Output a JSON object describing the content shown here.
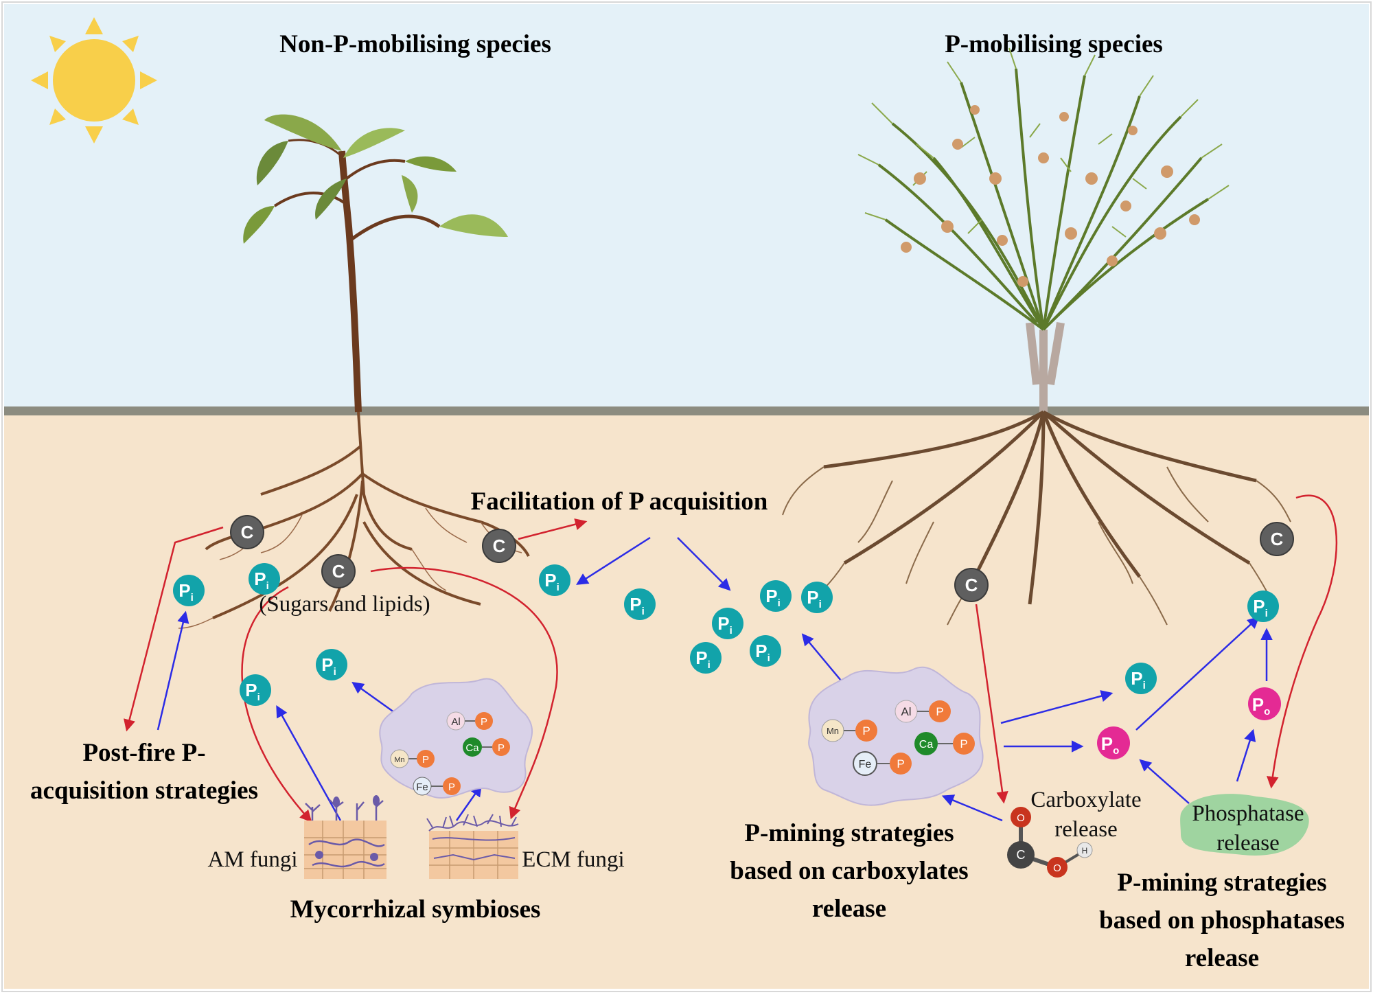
{
  "headers": {
    "left": "Non-P-mobilising species",
    "right": "P-mobilising species"
  },
  "labels": {
    "facilitation": "Facilitation of P acquisition",
    "sugars": "(Sugars and lipids)",
    "postfire_1": "Post-fire P-",
    "postfire_2": "acquisition strategies",
    "am_fungi": "AM fungi",
    "ecm_fungi": "ECM fungi",
    "mycorrhizal": "Mycorrhizal symbioses",
    "carbox_release_1": "Carboxylate",
    "carbox_release_2": "release",
    "phosphatase_1": "Phosphatase",
    "phosphatase_2": "release",
    "pmining_carbox_1": "P-mining strategies",
    "pmining_carbox_2": "based on carboxylates",
    "pmining_carbox_3": "release",
    "pmining_phos_1": "P-mining strategies",
    "pmining_phos_2": "based on phosphatases",
    "pmining_phos_3": "release"
  },
  "symbols": {
    "carbon": "C",
    "phosphorus": "P",
    "pi_sub": "i",
    "po_sub": "o",
    "oxygen": "O",
    "hydrogen": "H",
    "mn": "Mn",
    "al": "Al",
    "ca": "Ca",
    "fe": "Fe"
  },
  "colors": {
    "sky": "#e4f1f8",
    "soil": "#f6e4cc",
    "ground_line": "#8c8c80",
    "sun": "#f8cf4a",
    "pi": "#12a3aa",
    "po": "#e42a94",
    "carbon": "#5f5f5f",
    "arrow_red": "#d2222e",
    "arrow_blue": "#2b2be6",
    "complex": "#d9d2e8",
    "p_atom": "#f07a3a",
    "ca_atom": "#1f8a2a",
    "enzyme": "#9fd4a0",
    "root": "#7a4a2a",
    "leaf": "#7a9a3a"
  }
}
